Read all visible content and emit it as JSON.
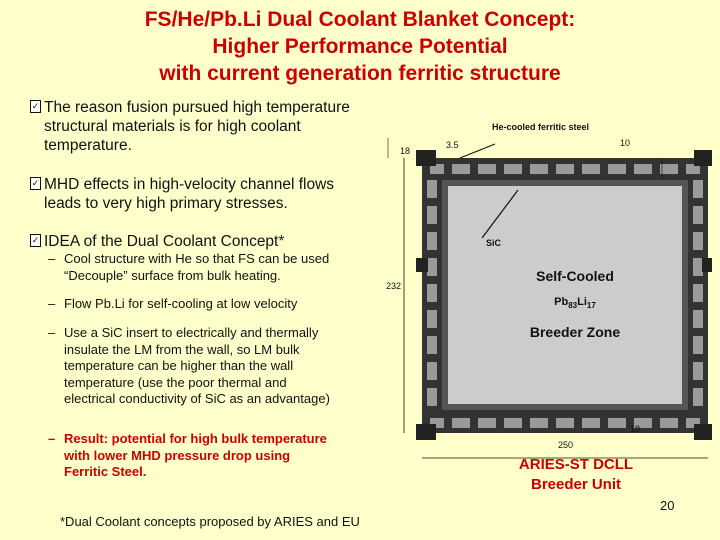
{
  "title": {
    "line1": "FS/He/Pb.Li Dual Coolant Blanket Concept:",
    "line2": "Higher Performance Potential",
    "line3": "with current generation ferritic structure"
  },
  "bullets": {
    "b1": {
      "icon": "checkbox-bullet-icon",
      "line1": "The reason fusion pursued high temperature",
      "line2": "structural materials is for high coolant",
      "line3": "temperature."
    },
    "b2": {
      "icon": "checkbox-bullet-icon",
      "line1": "MHD effects in high-velocity channel flows",
      "line2": "leads to very high primary stresses."
    },
    "b3": {
      "icon": "checkbox-bullet-icon",
      "text": "IDEA of the Dual Coolant Concept*"
    },
    "s1": {
      "dash": "–",
      "line1": "Cool structure with He so that FS can be used",
      "line2": "“Decouple” surface from bulk heating."
    },
    "s2": {
      "dash": "–",
      "text": "Flow Pb.Li for self-cooling at low velocity"
    },
    "s3": {
      "dash": "–",
      "line1": "Use a SiC insert to electrically and thermally",
      "line2": "insulate the LM from the wall, so LM bulk",
      "line3": "temperature can be higher than the wall",
      "line4": "temperature (use the poor thermal and",
      "line5": "electrical conductivity of SiC as an advantage)"
    },
    "s4": {
      "dash": "–",
      "line1": "Result: potential for high bulk temperature",
      "line2": "with lower MHD pressure drop using",
      "line3": "Ferritic Steel."
    }
  },
  "footnote": "*Dual Coolant concepts proposed by ARIES and EU",
  "page_number": "20",
  "diagram": {
    "he_label": "He-cooled ferritic steel",
    "dim_18_top": "18",
    "dim_3_5": "3.5",
    "dim_10": "10",
    "sic_label": "SiC",
    "dim_232": "232",
    "dim_250": "250",
    "dim_18_bottom": "18",
    "zone_line1": "Self-Cooled",
    "pbli_base": "Pb",
    "pbli_sub1": "83",
    "pbli_mid": "Li",
    "pbli_sub2": "17",
    "zone_line2": "Breeder Zone",
    "caption_line1": "ARIES-ST DCLL",
    "caption_line2": "Breeder Unit"
  },
  "colors": {
    "background": "#ffffcc",
    "title": "#cc0000",
    "result_text": "#cc0000",
    "steel_wall": "#333333",
    "breeder_zone": "#cccccc"
  }
}
